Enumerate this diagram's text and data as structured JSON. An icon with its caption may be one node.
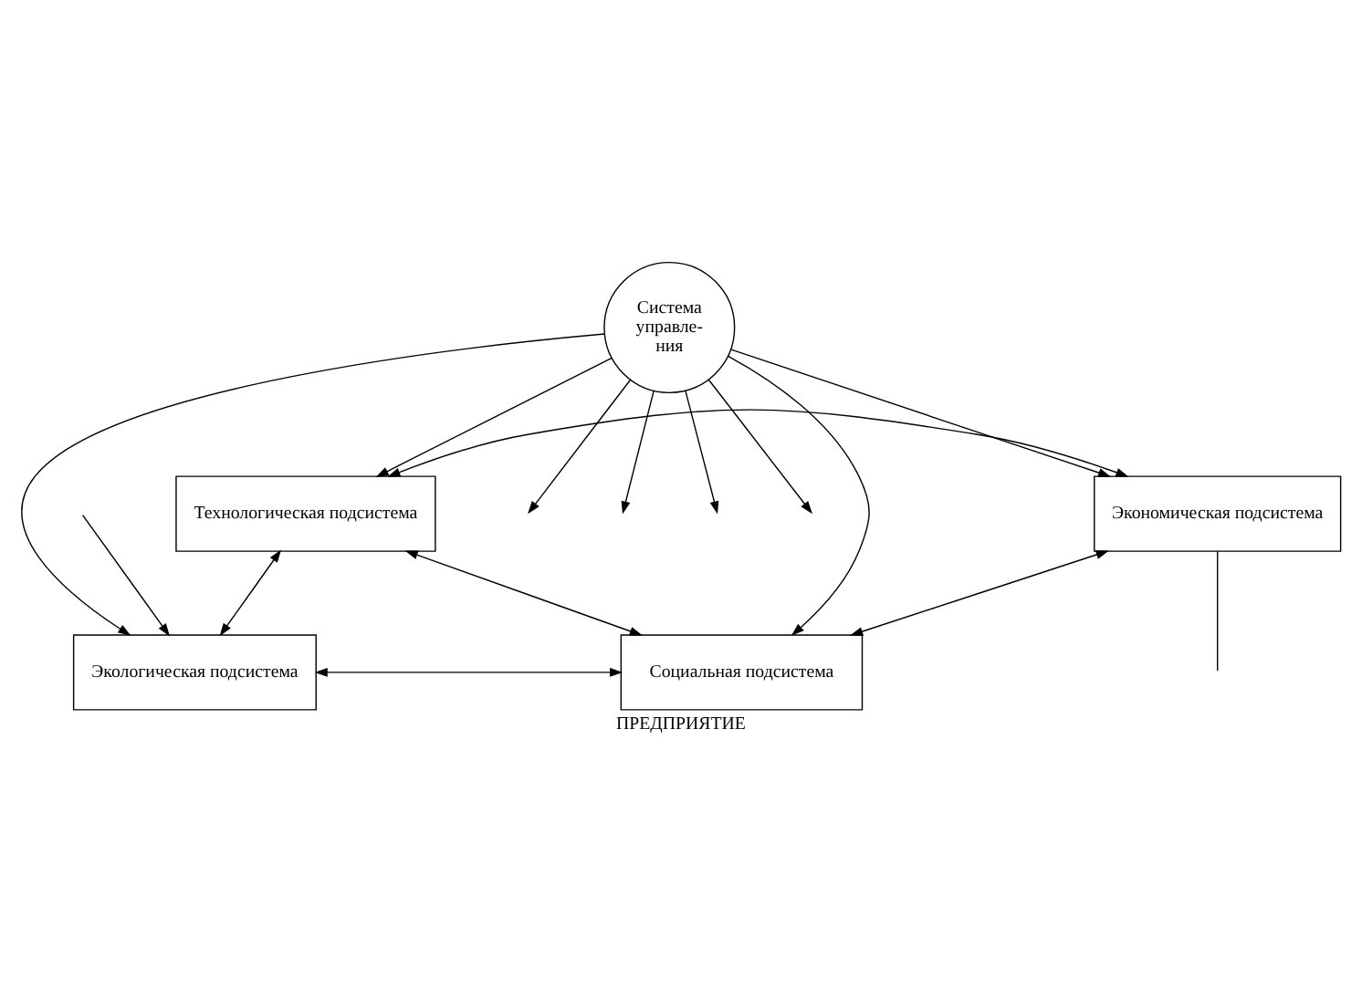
{
  "diagram": {
    "caption": "ПРЕДПРИЯТИЕ",
    "nodes": [
      {
        "text": [
          "Технологическая подсистема"
        ]
      },
      {
        "text": [
          "Экономическая подсистема"
        ]
      },
      {
        "text": [
          "Система управле- ния"
        ]
      },
      {
        "text": [
          "Экологическая подсистема"
        ]
      },
      {
        "text": [
          "Социальная подсистема"
        ]
      }
    ],
    "edges": [
      {
        "from": 0,
        "to": 1,
        "arrow": "both"
      },
      {
        "from": 2,
        "to": null,
        "arrow": "to"
      },
      {
        "from": 2,
        "to": 0,
        "arrow": "to"
      },
      {
        "from": 2,
        "to": 1,
        "arrow": "to"
      },
      {
        "from": 2,
        "to": 3,
        "arrow": "to"
      },
      {
        "from": 2,
        "to": 4,
        "arrow": "to"
      },
      {
        "from": 0,
        "to": 3,
        "arrow": "both"
      },
      {
        "from": 1,
        "to": 4,
        "arrow": "both"
      },
      {
        "from": 2,
        "to": null,
        "arrow": "to"
      },
      {
        "from": 2,
        "to": null,
        "arrow": "to"
      },
      {
        "from": 3,
        "to": 4,
        "arrow": "both"
      },
      {
        "from": 2,
        "to": null,
        "arrow": "to"
      },
      {
        "from": 0,
        "to": 4,
        "arrow": "both"
      },
      {
        "from": 1,
        "to": null,
        "arrow": "none"
      },
      {
        "from": null,
        "to": 3,
        "arrow": "to"
      }
    ]
  }
}
